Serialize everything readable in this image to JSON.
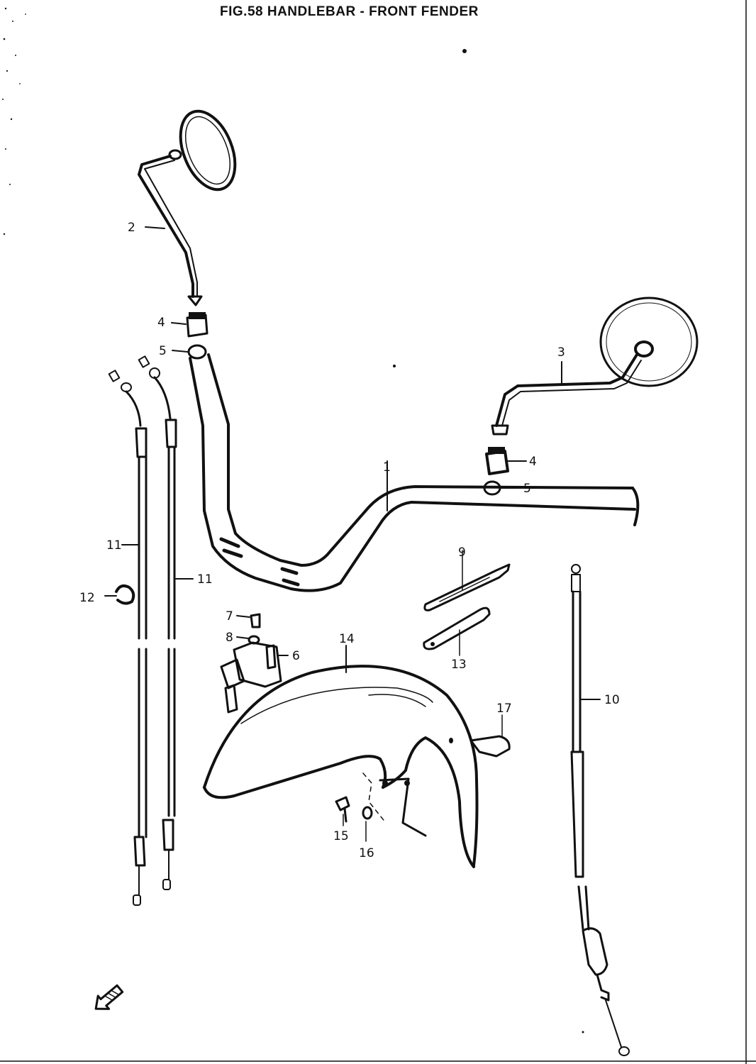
{
  "title": "FIG.58  HANDLEBAR - FRONT FENDER",
  "callouts": {
    "c1": "1",
    "c2": "2",
    "c3": "3",
    "c4a": "4",
    "c4b": "4",
    "c5a": "5",
    "c5b": "5",
    "c6": "6",
    "c7": "7",
    "c8": "8",
    "c9": "9",
    "c10": "10",
    "c11a": "11",
    "c11b": "11",
    "c12": "12",
    "c13": "13",
    "c14": "14",
    "c15": "15",
    "c16": "16",
    "c17": "17"
  },
  "icons": {
    "fwd_arrow": "fwd-arrow-icon"
  },
  "colors": {
    "ink": "#111111",
    "paper": "#ffffff"
  }
}
